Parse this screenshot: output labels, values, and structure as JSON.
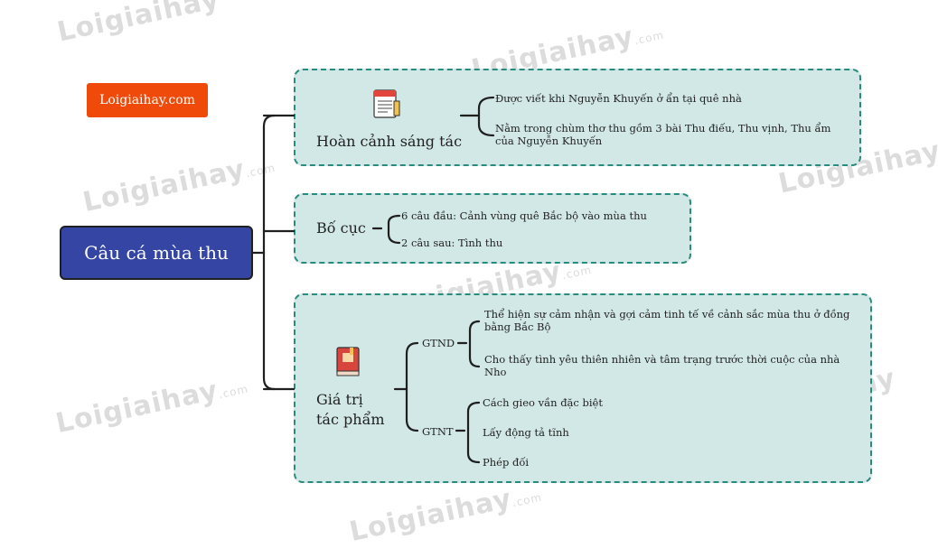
{
  "brand": "Loigiaihay.com",
  "watermark": {
    "text": "Loigiaihay",
    "suffix": ".com"
  },
  "root": {
    "label": "Câu cá mùa thu",
    "color": "#3545a4"
  },
  "branches": {
    "context": {
      "label": "Hoàn cảnh sáng tác",
      "items": [
        "Được viết khi Nguyễn Khuyến ở ẩn tại quê nhà",
        "Nằm trong chùm thơ thu gồm 3 bài Thu điếu, Thu vịnh, Thu ẩm của Nguyễn Khuyến"
      ]
    },
    "layout": {
      "label": "Bố cục",
      "items": [
        "6 câu đầu: Cảnh vùng quê Bắc bộ vào mùa thu",
        "2 câu sau: Tình thu"
      ]
    },
    "value": {
      "label_line1": "Giá trị",
      "label_line2": "tác phẩm",
      "gtnd": {
        "label": "GTND",
        "items": [
          "Thể hiện sự cảm nhận và gợi cảm tinh tế về cảnh sắc mùa thu ở đồng bằng Bắc Bộ",
          "Cho thấy tình yêu thiên nhiên và tâm trạng trước thời cuộc của nhà Nho"
        ]
      },
      "gtnt": {
        "label": "GTNT",
        "items": [
          "Cách gieo vần đặc biệt",
          "Lấy động tả tĩnh",
          "Phép đối"
        ]
      }
    }
  },
  "colors": {
    "box_fill": "#d1e8e6",
    "box_border": "#2b8a7e",
    "brand": "#f04a0a"
  }
}
